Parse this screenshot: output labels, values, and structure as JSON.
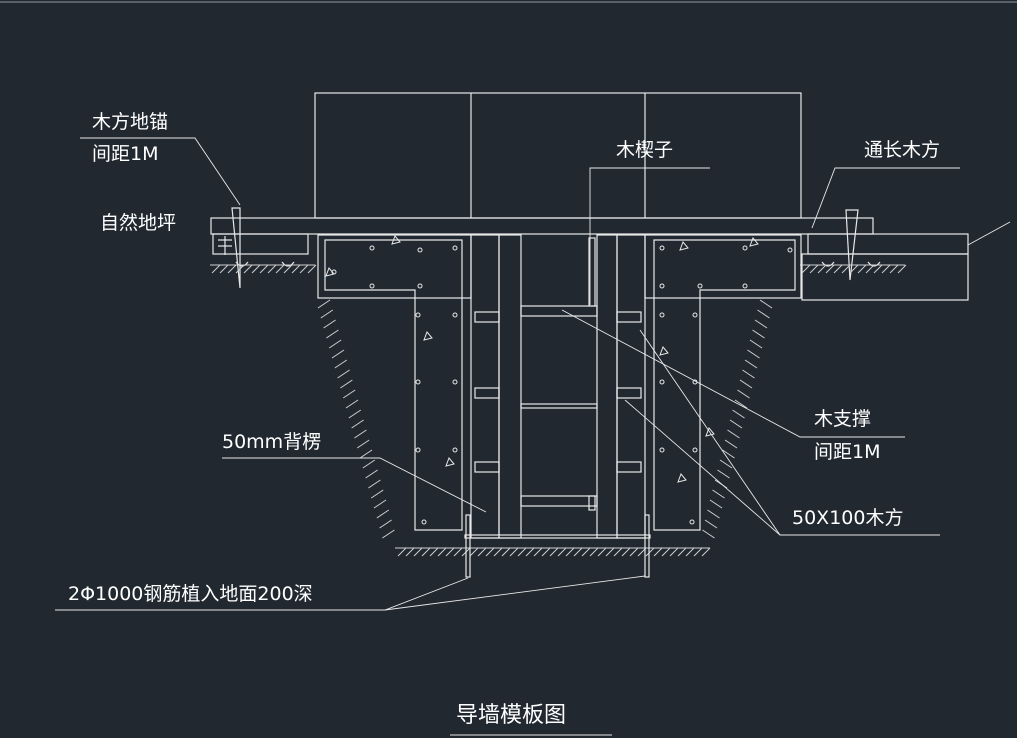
{
  "drawing": {
    "title": "导墙模板图",
    "labels": {
      "anchor_line1": "木方地锚",
      "anchor_line2": "间距1M",
      "natural_ground": "自然地坪",
      "wedge": "木楔子",
      "long_timber": "通长木方",
      "brace_line1": "木支撑",
      "brace_line2": "间距1M",
      "back_board": "50mm背楞",
      "timber_50x100": "50X100木方",
      "rebar": "2Φ1000钢筋植入地面200深"
    }
  },
  "colors": {
    "background": "#212830",
    "lines": "#e8e8e8",
    "text": "#ffffff"
  }
}
